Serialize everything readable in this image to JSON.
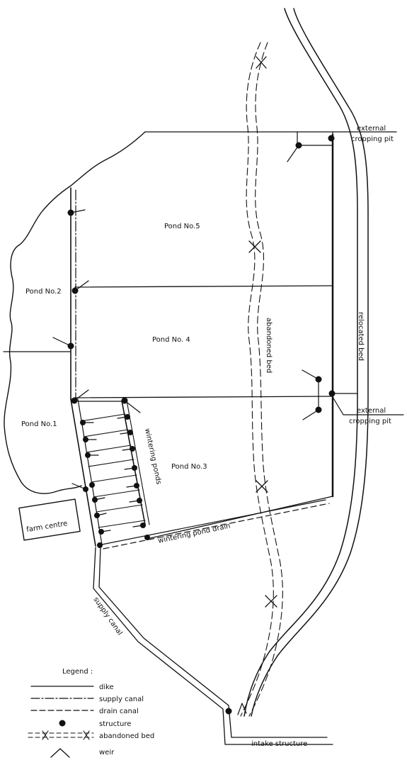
{
  "labels": {
    "pond5": "Pond No.5",
    "pond4": "Pond No. 4",
    "pond3": "Pond  No.3",
    "pond2": "Pond No.2",
    "pond1": "Pond No.1",
    "farm_centre": "farm centre",
    "wintering_ponds": "wintering  ponds",
    "wintering_pond_drain": "wintering pond drain",
    "supply_canal": "supply canal",
    "abandoned_bed": "abandoned bed",
    "relocated_bed": "relocated bed",
    "external_cropping_pit_top_1": "external",
    "external_cropping_pit_top_2": "cropping pit",
    "external_cropping_pit_mid_1": "external",
    "external_cropping_pit_mid_2": "cropping pit",
    "intake_structure": "intake structure"
  },
  "legend": {
    "title": "Legend :",
    "items": [
      {
        "symbol": "dike-line",
        "label": "dike"
      },
      {
        "symbol": "supply-canal-line",
        "label": "supply  canal"
      },
      {
        "symbol": "drain-canal-line",
        "label": "drain  canal"
      },
      {
        "symbol": "structure-dot",
        "label": "structure"
      },
      {
        "symbol": "abandoned-bed-line",
        "label": "abandoned  bed"
      },
      {
        "symbol": "weir-caret",
        "label": "weir"
      }
    ]
  },
  "colors": {
    "ink": "#111111",
    "paper": "#ffffff"
  }
}
